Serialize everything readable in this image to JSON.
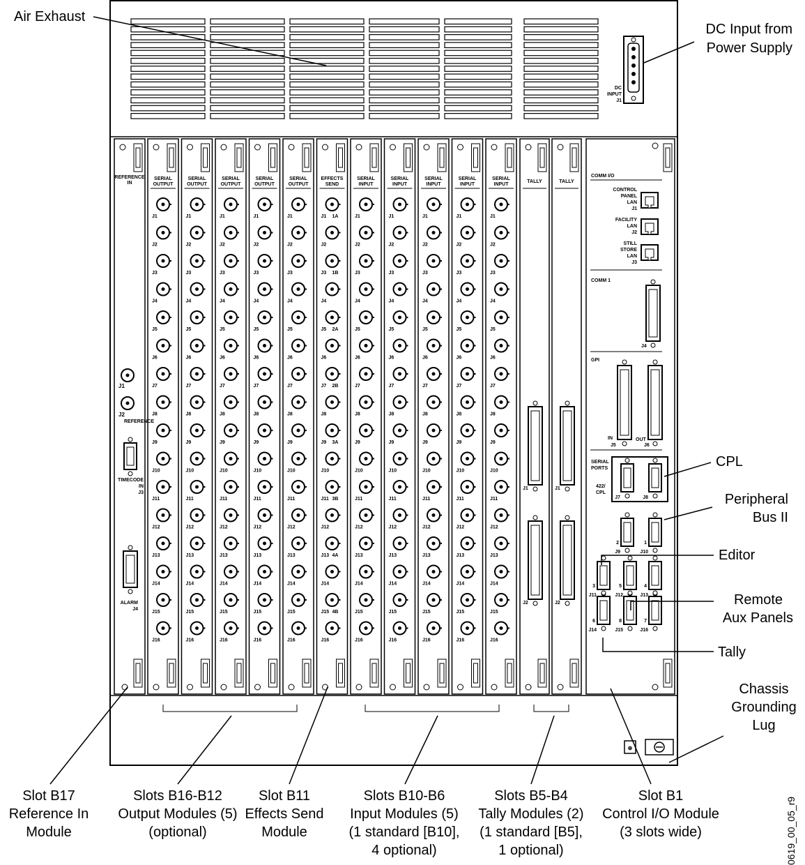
{
  "callouts": {
    "air_exhaust": "Air Exhaust",
    "dc_input_1": "DC Input from",
    "dc_input_2": "Power Supply",
    "cpl": "CPL",
    "peripheral_1": "Peripheral",
    "peripheral_2": "Bus II",
    "editor": "Editor",
    "remote_1": "Remote",
    "remote_2": "Aux Panels",
    "tally": "Tally",
    "grounding_1": "Chassis",
    "grounding_2": "Grounding",
    "grounding_3": "Lug"
  },
  "slot_labels": [
    {
      "lines": [
        "Slot B17",
        "Reference In",
        "Module"
      ]
    },
    {
      "lines": [
        "Slots B16-B12",
        "Output Modules (5)",
        "(optional)"
      ]
    },
    {
      "lines": [
        "Slot B11",
        "Effects Send",
        "Module"
      ]
    },
    {
      "lines": [
        "Slots B10-B6",
        "Input Modules (5)",
        "(1 standard [B10],",
        "4 optional)"
      ]
    },
    {
      "lines": [
        "Slots B5-B4",
        "Tally Modules (2)",
        "(1 standard [B5],",
        "1 optional)"
      ]
    },
    {
      "lines": [
        "Slot B1",
        "Control I/O Module",
        "(3 slots wide)"
      ]
    }
  ],
  "figure_id": "0619_00_05_r9",
  "dc_input_labels": [
    "DC",
    "INPUT",
    "J1"
  ],
  "reference_module": {
    "title": [
      "REFERENCE",
      "IN"
    ],
    "j1": "J1",
    "j2": "J2",
    "reference": "REFERENCE",
    "timecode": [
      "TIMECODE",
      "IN",
      "J3"
    ],
    "alarm": [
      "ALARM",
      "J4"
    ]
  },
  "io_cards": [
    {
      "title": [
        "SERIAL",
        "OUTPUT"
      ]
    },
    {
      "title": [
        "SERIAL",
        "OUTPUT"
      ]
    },
    {
      "title": [
        "SERIAL",
        "OUTPUT"
      ]
    },
    {
      "title": [
        "SERIAL",
        "OUTPUT"
      ]
    },
    {
      "title": [
        "SERIAL",
        "OUTPUT"
      ]
    },
    {
      "title": [
        "EFFECTS",
        "SEND"
      ],
      "effects": true
    },
    {
      "title": [
        "SERIAL",
        "INPUT"
      ]
    },
    {
      "title": [
        "SERIAL",
        "INPUT"
      ]
    },
    {
      "title": [
        "SERIAL",
        "INPUT"
      ]
    },
    {
      "title": [
        "SERIAL",
        "INPUT"
      ]
    },
    {
      "title": [
        "SERIAL",
        "INPUT"
      ]
    }
  ],
  "jack_labels": [
    "J1",
    "J2",
    "J3",
    "J4",
    "J5",
    "J6",
    "J7",
    "J8",
    "J9",
    "J10",
    "J11",
    "J12",
    "J13",
    "J14",
    "J15",
    "J16"
  ],
  "effects_tags": {
    "J1": "1A",
    "J3": "1B",
    "J5": "2A",
    "J7": "2B",
    "J9": "3A",
    "J11": "3B",
    "J13": "4A",
    "J15": "4B"
  },
  "tally_cards": [
    {
      "title": "TALLY",
      "j1": "J1",
      "j2": "J2"
    },
    {
      "title": "TALLY",
      "j1": "J1",
      "j2": "J2"
    }
  ],
  "control_io": {
    "comm_io": "COMM I/O",
    "control_panel_lan": [
      "CONTROL",
      "PANEL",
      "LAN",
      "J1"
    ],
    "facility_lan": [
      "FACILITY",
      "LAN",
      "J2"
    ],
    "still_store_lan": [
      "STILL",
      "STORE",
      "LAN",
      "J3"
    ],
    "comm1": "COMM 1",
    "j4": "J4",
    "gpi": "GPI",
    "gpi_in": "IN",
    "gpi_j5": "J5",
    "gpi_out": "OUT",
    "gpi_j6": "J6",
    "serial_ports": [
      "SERIAL",
      "PORTS"
    ],
    "cpl_label": [
      "422/",
      "CPL"
    ],
    "ports": [
      {
        "num": "",
        "j": "J7"
      },
      {
        "num": "",
        "j": "J8"
      },
      {
        "num": "2",
        "j": "J9"
      },
      {
        "num": "1",
        "j": "J10"
      },
      {
        "num": "3",
        "j": "J11"
      },
      {
        "num": "5",
        "j": "J12"
      },
      {
        "num": "4",
        "j": "J13"
      },
      {
        "num": "6",
        "j": "J14"
      },
      {
        "num": "8",
        "j": "J15"
      },
      {
        "num": "7",
        "j": "J16"
      }
    ]
  }
}
